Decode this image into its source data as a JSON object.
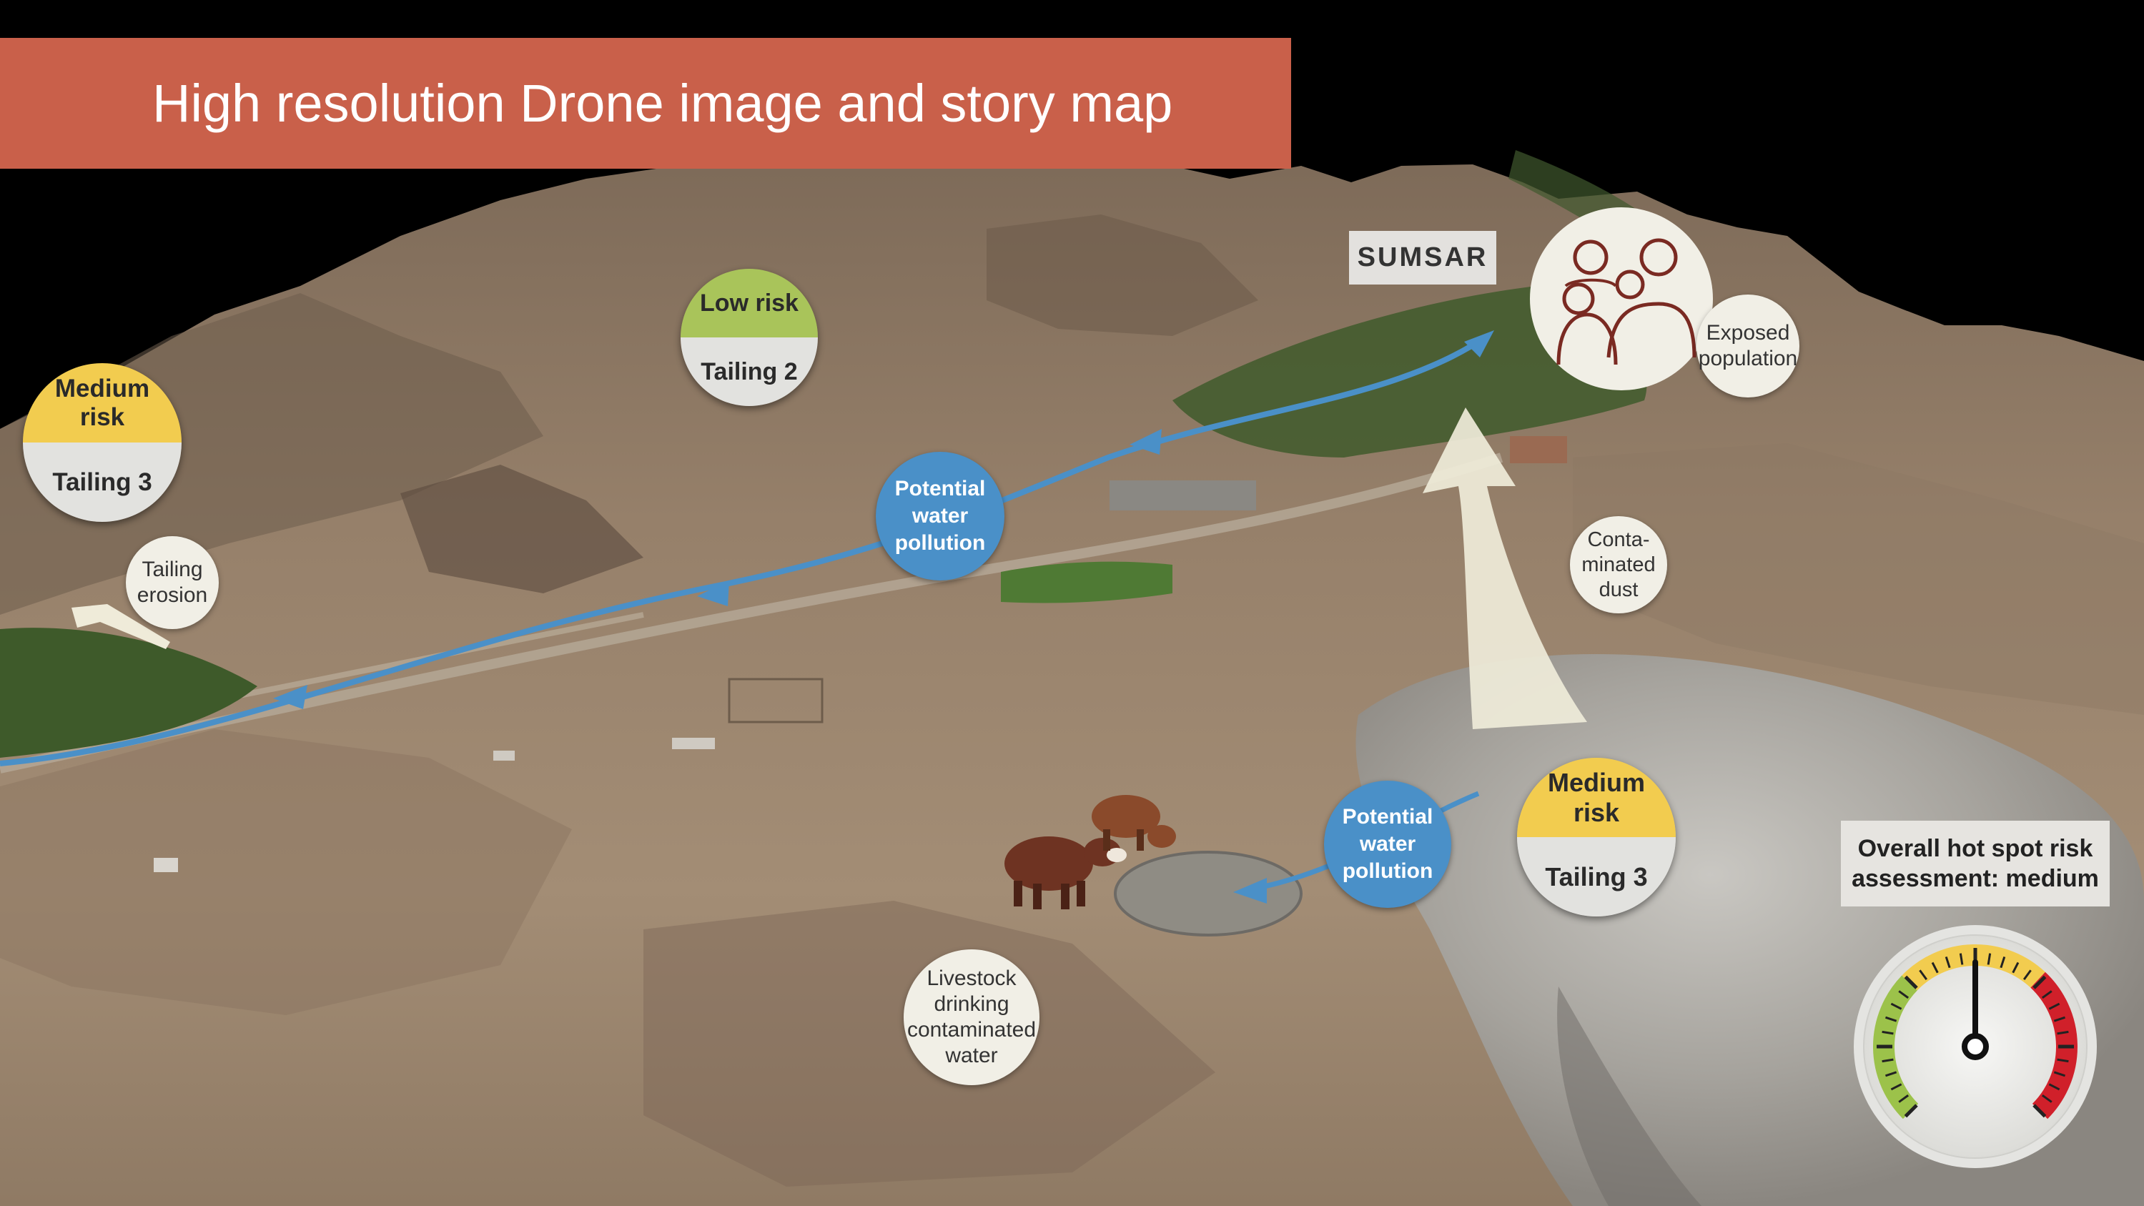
{
  "title": "High resolution Drone image and story map",
  "town": "SUMSAR",
  "badges": {
    "tailing2": {
      "risk": "Low risk",
      "name": "Tailing 2",
      "color": "#a9c45a"
    },
    "tailing3_left": {
      "risk": "Medium\nrisk",
      "name": "Tailing 3",
      "color": "#f2cc4f"
    },
    "tailing3_right": {
      "risk": "Medium\nrisk",
      "name": "Tailing 3",
      "color": "#f2cc4f"
    }
  },
  "blue_labels": {
    "upper": "Potential\nwater\npollution",
    "lower": "Potential\nwater\npollution"
  },
  "notes": {
    "tailing_erosion": "Tailing\nerosion",
    "exposed_population": "Exposed\npopulation",
    "contaminated_dust": "Conta-\nminated\ndust",
    "livestock": "Livestock\ndrinking\ncontaminated\nwater"
  },
  "assessment": {
    "text": "Overall hot spot risk\nassessment: medium",
    "level": "medium",
    "needle_fraction": 0.5,
    "zone_colors": {
      "low": "#9cc24a",
      "medium": "#f2cc4f",
      "high": "#d0202a"
    }
  },
  "icons": [
    "people-icon",
    "cow-icon",
    "gauge-icon",
    "arrow-icon"
  ]
}
